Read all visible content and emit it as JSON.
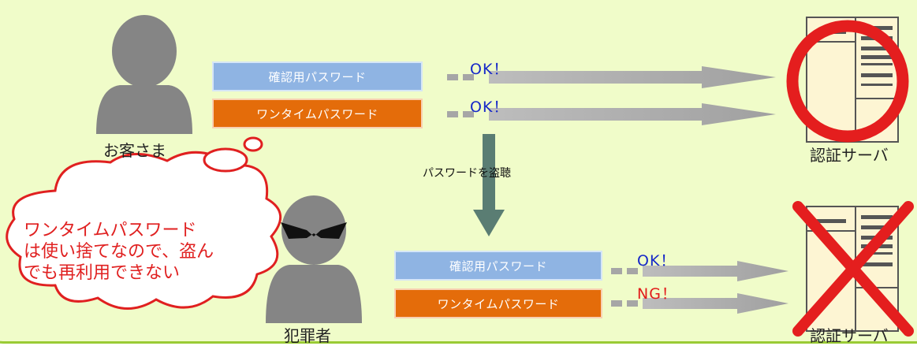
{
  "top": {
    "customer_label": "お客さま",
    "server_label": "認証サーバ",
    "confirm_password_label": "確認用パスワード",
    "onetime_password_label": "ワンタイムパスワード",
    "confirm_status": "OK！",
    "onetime_status": "OK！"
  },
  "middle": {
    "intercept_label": "パスワードを盗聴"
  },
  "bottom": {
    "attacker_label": "犯罪者",
    "server_label": "認証サーバ",
    "confirm_password_label": "確認用パスワード",
    "onetime_password_label": "ワンタイムパスワード",
    "confirm_status": "OK！",
    "onetime_status": "NG！"
  },
  "thought_bubble": {
    "line1": "ワンタイムパスワード",
    "line2": "は使い捨てなので、盗ん",
    "line3": "でも再利用できない"
  },
  "colors": {
    "panel_fill": "#f0fcc9",
    "panel_border": "#9acb35",
    "confirm_box": "#8fb4e3",
    "onetime_box": "#e46c0a",
    "ok_text": "#1628c8",
    "ng_text": "#e21a1a",
    "arrow_gray": "#a6a6a6",
    "down_arrow": "#5a7d73",
    "red_mark": "#e41e1e"
  },
  "icons": {
    "customer": "person-silhouette-icon",
    "attacker": "masked-person-icon",
    "server": "server-rack-icon",
    "accept_mark": "red-circle-icon",
    "reject_mark": "red-x-icon"
  }
}
